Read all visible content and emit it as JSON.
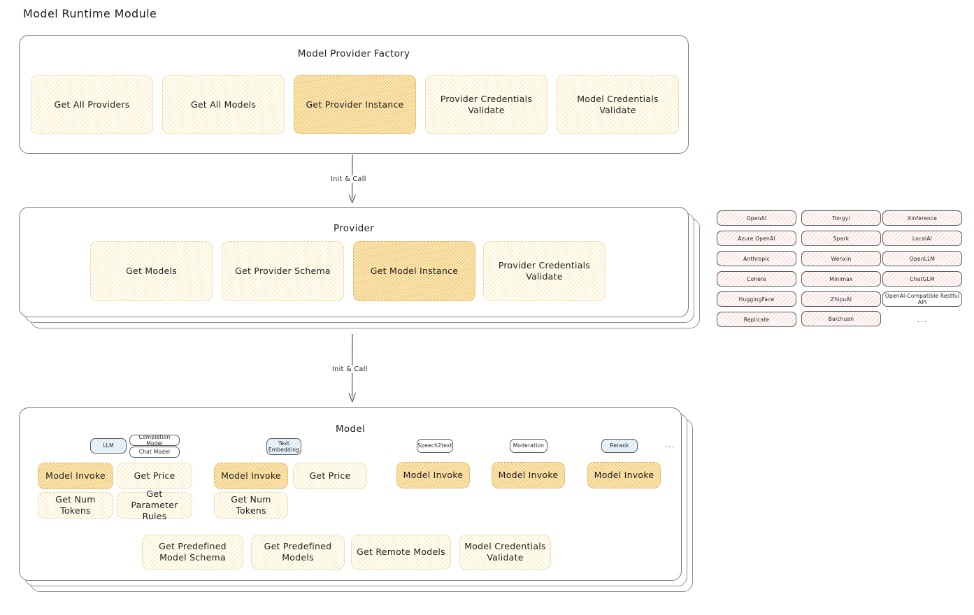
{
  "page": {
    "title": "Model Runtime Module"
  },
  "factory": {
    "title": "Model Provider Factory",
    "methods": [
      {
        "label": "Get All Providers",
        "highlighted": false
      },
      {
        "label": "Get All Models",
        "highlighted": false
      },
      {
        "label": "Get Provider Instance",
        "highlighted": true
      },
      {
        "label": "Provider Credentials Validate",
        "highlighted": false
      },
      {
        "label": "Model Credentials Validate",
        "highlighted": false
      }
    ]
  },
  "arrows": [
    {
      "label": "Init & Call"
    },
    {
      "label": "Init & Call"
    }
  ],
  "provider": {
    "title": "Provider",
    "methods": [
      {
        "label": "Get Models",
        "highlighted": false
      },
      {
        "label": "Get Provider Schema",
        "highlighted": false
      },
      {
        "label": "Get Model Instance",
        "highlighted": true
      },
      {
        "label": "Provider Credentials Validate",
        "highlighted": false
      }
    ]
  },
  "provider_list": {
    "columns": [
      [
        "OpenAI",
        "Azure OpenAI",
        "Anthropic",
        "Cohere",
        "HuggingFace",
        "Replicate"
      ],
      [
        "Tongyi",
        "Spark",
        "Wenxin",
        "Minimax",
        "ZhipuAI",
        "Baichuan"
      ],
      [
        "Xinference",
        "LocalAI",
        "OpenLLM",
        "ChatGLM",
        "OpenAI-Compatible Restful API"
      ]
    ],
    "ellipsis": "..."
  },
  "model": {
    "title": "Model",
    "tabs_ellipsis": "...",
    "types": [
      {
        "name": "LLM",
        "active": true,
        "subtypes": [
          "Completion Model",
          "Chat Model"
        ],
        "methods": [
          {
            "label": "Model Invoke",
            "highlighted": true
          },
          {
            "label": "Get Price",
            "highlighted": false
          },
          {
            "label": "Get Num Tokens",
            "highlighted": false
          },
          {
            "label": "Get Parameter Rules",
            "highlighted": false
          }
        ]
      },
      {
        "name": "Text Embedding",
        "active": true,
        "subtypes": [],
        "methods": [
          {
            "label": "Model Invoke",
            "highlighted": true
          },
          {
            "label": "Get Price",
            "highlighted": false
          },
          {
            "label": "Get Num Tokens",
            "highlighted": false
          }
        ]
      },
      {
        "name": "Speech2text",
        "active": false,
        "subtypes": [],
        "methods": [
          {
            "label": "Model Invoke",
            "highlighted": true
          }
        ]
      },
      {
        "name": "Moderation",
        "active": false,
        "subtypes": [],
        "methods": [
          {
            "label": "Model Invoke",
            "highlighted": true
          }
        ]
      },
      {
        "name": "Rerank",
        "active": true,
        "subtypes": [],
        "methods": [
          {
            "label": "Model Invoke",
            "highlighted": true
          }
        ]
      }
    ],
    "shared_methods": [
      {
        "label": "Get Predefined Model Schema"
      },
      {
        "label": "Get Predefined Models"
      },
      {
        "label": "Get Remote Models"
      },
      {
        "label": "Model Credentials Validate"
      }
    ]
  },
  "colors": {
    "highlight_gold": "#f1b232",
    "light_cream": "#fad476",
    "provider_pink": "#f09696",
    "tab_blue": "#82bee1",
    "stroke": "#1e1e1e"
  }
}
